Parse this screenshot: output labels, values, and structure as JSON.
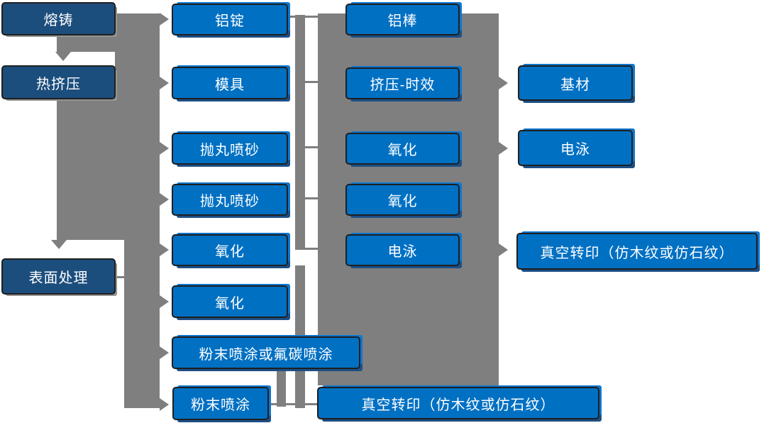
{
  "diagram": {
    "type": "process-flowchart",
    "language": "zh-CN",
    "colors": {
      "stage_box_navy": "#1c4e7d",
      "process_box_blue": "#0070c3",
      "connector_gray": "#7f7f7f",
      "box_border": "#1f1f1f",
      "text": "#ffffff",
      "background": "#ffffff"
    }
  },
  "nodes": [
    {
      "id": "melting-casting",
      "label": "熔铸",
      "style": "navy"
    },
    {
      "id": "hot-extrusion",
      "label": "热挤压",
      "style": "navy"
    },
    {
      "id": "surface-treatment",
      "label": "表面处理",
      "style": "navy"
    },
    {
      "id": "aluminum-ingot",
      "label": "铝锭",
      "style": "blue"
    },
    {
      "id": "mold",
      "label": "模具",
      "style": "blue"
    },
    {
      "id": "shot-blasting-1",
      "label": "抛丸喷砂",
      "style": "blue"
    },
    {
      "id": "shot-blasting-2",
      "label": "抛丸喷砂",
      "style": "blue"
    },
    {
      "id": "oxidation-1",
      "label": "氧化",
      "style": "blue"
    },
    {
      "id": "oxidation-2",
      "label": "氧化",
      "style": "blue"
    },
    {
      "id": "powder-or-fluorocarbon",
      "label": "粉末喷涂或氟碳喷涂",
      "style": "blue"
    },
    {
      "id": "powder-coating",
      "label": "粉末喷涂",
      "style": "blue"
    },
    {
      "id": "aluminum-rod",
      "label": "铝棒",
      "style": "blue"
    },
    {
      "id": "extrusion-aging",
      "label": "挤压-时效",
      "style": "blue"
    },
    {
      "id": "oxidation-3",
      "label": "氧化",
      "style": "blue"
    },
    {
      "id": "oxidation-4",
      "label": "氧化",
      "style": "blue"
    },
    {
      "id": "electrophoresis-1",
      "label": "电泳",
      "style": "blue"
    },
    {
      "id": "vacuum-transfer-bottom",
      "label": "真空转印（仿木纹或仿石纹）",
      "style": "blue"
    },
    {
      "id": "base-material",
      "label": "基材",
      "style": "blue"
    },
    {
      "id": "electrophoresis-2",
      "label": "电泳",
      "style": "blue"
    },
    {
      "id": "vacuum-transfer-right",
      "label": "真空转印（仿木纹或仿石纹）",
      "style": "blue"
    }
  ],
  "edges": {
    "down_arrows": [
      {
        "from": "熔铸",
        "to": "热挤压"
      },
      {
        "from": "热挤压",
        "to": "表面处理"
      }
    ],
    "left_trunk_arrow_targets": [
      "铝锭",
      "模具",
      "抛丸喷砂",
      "抛丸喷砂",
      "氧化"
    ],
    "surface_trunk_arrow_targets": [
      "氧化",
      "粉末喷涂或氟碳喷涂",
      "粉末喷涂"
    ],
    "middle_tick_links": [
      {
        "from": "铝锭",
        "to": "铝棒"
      },
      {
        "from": "模具",
        "to": "挤压-时效"
      },
      {
        "from": "抛丸喷砂",
        "to": "氧化"
      },
      {
        "from": "抛丸喷砂",
        "to": "氧化"
      },
      {
        "from": "氧化",
        "to": "电泳"
      },
      {
        "from": "粉末喷涂",
        "to": "真空转印（仿木纹或仿石纹）"
      }
    ],
    "output_arrows": [
      {
        "from": "挤压-时效",
        "to": "基材"
      },
      {
        "from": "氧化",
        "to": "电泳"
      },
      {
        "from": "电泳",
        "to": "真空转印（仿木纹或仿石纹）"
      }
    ]
  }
}
